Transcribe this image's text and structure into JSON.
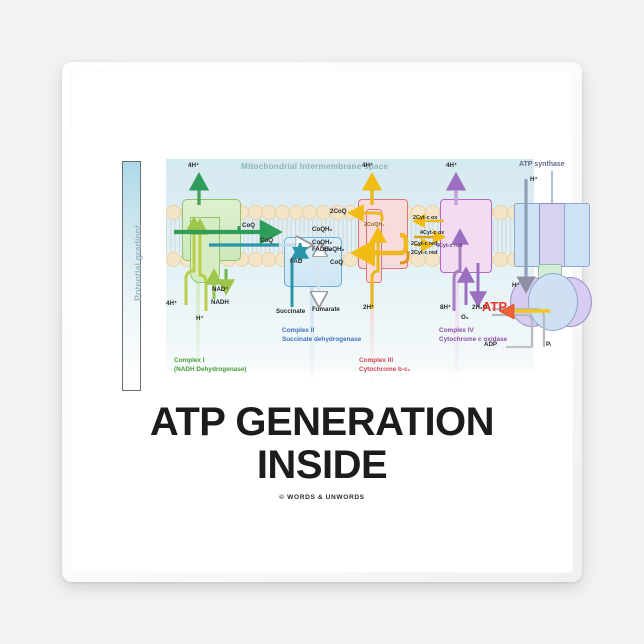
{
  "product": {
    "type": "square-refrigerator-magnet",
    "background_color": "#f2f2f2",
    "surface_color": "#ffffff"
  },
  "design": {
    "title_line1": "ATP GENERATION",
    "title_line2": "INSIDE",
    "copyright": "© WORDS & UNWORDS",
    "title_color": "#1c1c1c"
  },
  "diagram": {
    "space_label": "Mitochondrial Intermembrane space",
    "gradient_label": "Potential gradient",
    "atp_synthase_label": "ATP synthase",
    "atp_label": "ATP",
    "complexes": [
      {
        "id": "complex-1",
        "name": "Complex I",
        "subtitle": "(NADH Dehydrogenase)",
        "color": "#4e9b3d"
      },
      {
        "id": "complex-2",
        "name": "Complex II",
        "subtitle": "Succinate dehydrogenase",
        "color": "#3f72b8"
      },
      {
        "id": "complex-3",
        "name": "Complex III",
        "subtitle": "Cytochrome b-c₁",
        "color": "#cf4a52"
      },
      {
        "id": "complex-4",
        "name": "Complex IV",
        "subtitle": "Cytochrome c oxidase",
        "color": "#8e4fa8"
      }
    ],
    "labels": {
      "proton_c1_out": "4H⁺",
      "proton_c1_in": "4H⁺",
      "proton_h_c1": "H⁺",
      "nad_plus": "NAD⁺",
      "nadh": "NADH",
      "coq_1": "CoQ",
      "coqh2_1": "CoQH₂",
      "coq_2": "CoQ",
      "coqh2_2": "CoQH₂",
      "fad": "FAD",
      "fadh2": "FADH₂",
      "succinate": "Succinate",
      "fumarate": "Fumarate",
      "two_coq": "2CoQ",
      "two_coqh2": "2CoQH₂",
      "coqh2_3": "CoQH₂",
      "coq_3": "CoQ",
      "proton_c3_out": "4H⁺",
      "proton_c3_in": "2H⁺",
      "cyt_c_ox_2": "2Cyt-c ox",
      "cyt_c_ox_4": "4Cyt-c ox",
      "cyt_c_red_2a": "2Cyt-c red",
      "cyt_c_red_2b": "2Cyt-c red",
      "cyt_c_red_4": "4Cyt-c red",
      "proton_c4_out": "4H⁺",
      "proton_c4_in": "8H⁺",
      "oxygen": "O₂",
      "water": "2H₂O",
      "proton_as_in": "H⁺",
      "proton_as_out": "H⁺",
      "adp": "ADP",
      "phosphate": "Pᵢ"
    },
    "colors": {
      "space_top": "#d4e9f0",
      "membrane_head": "#f5e5c8",
      "complex1": "#cde8bc",
      "complex2": "#cfe6f5",
      "complex3": "#fadbdc",
      "complex4": "#f2dcf2",
      "atp_red": "#e8392b",
      "arrow_green": "#2f9c59",
      "arrow_yellow": "#f0c018",
      "arrow_teal": "#2a95a8",
      "arrow_purple": "#9b6ec0"
    }
  }
}
